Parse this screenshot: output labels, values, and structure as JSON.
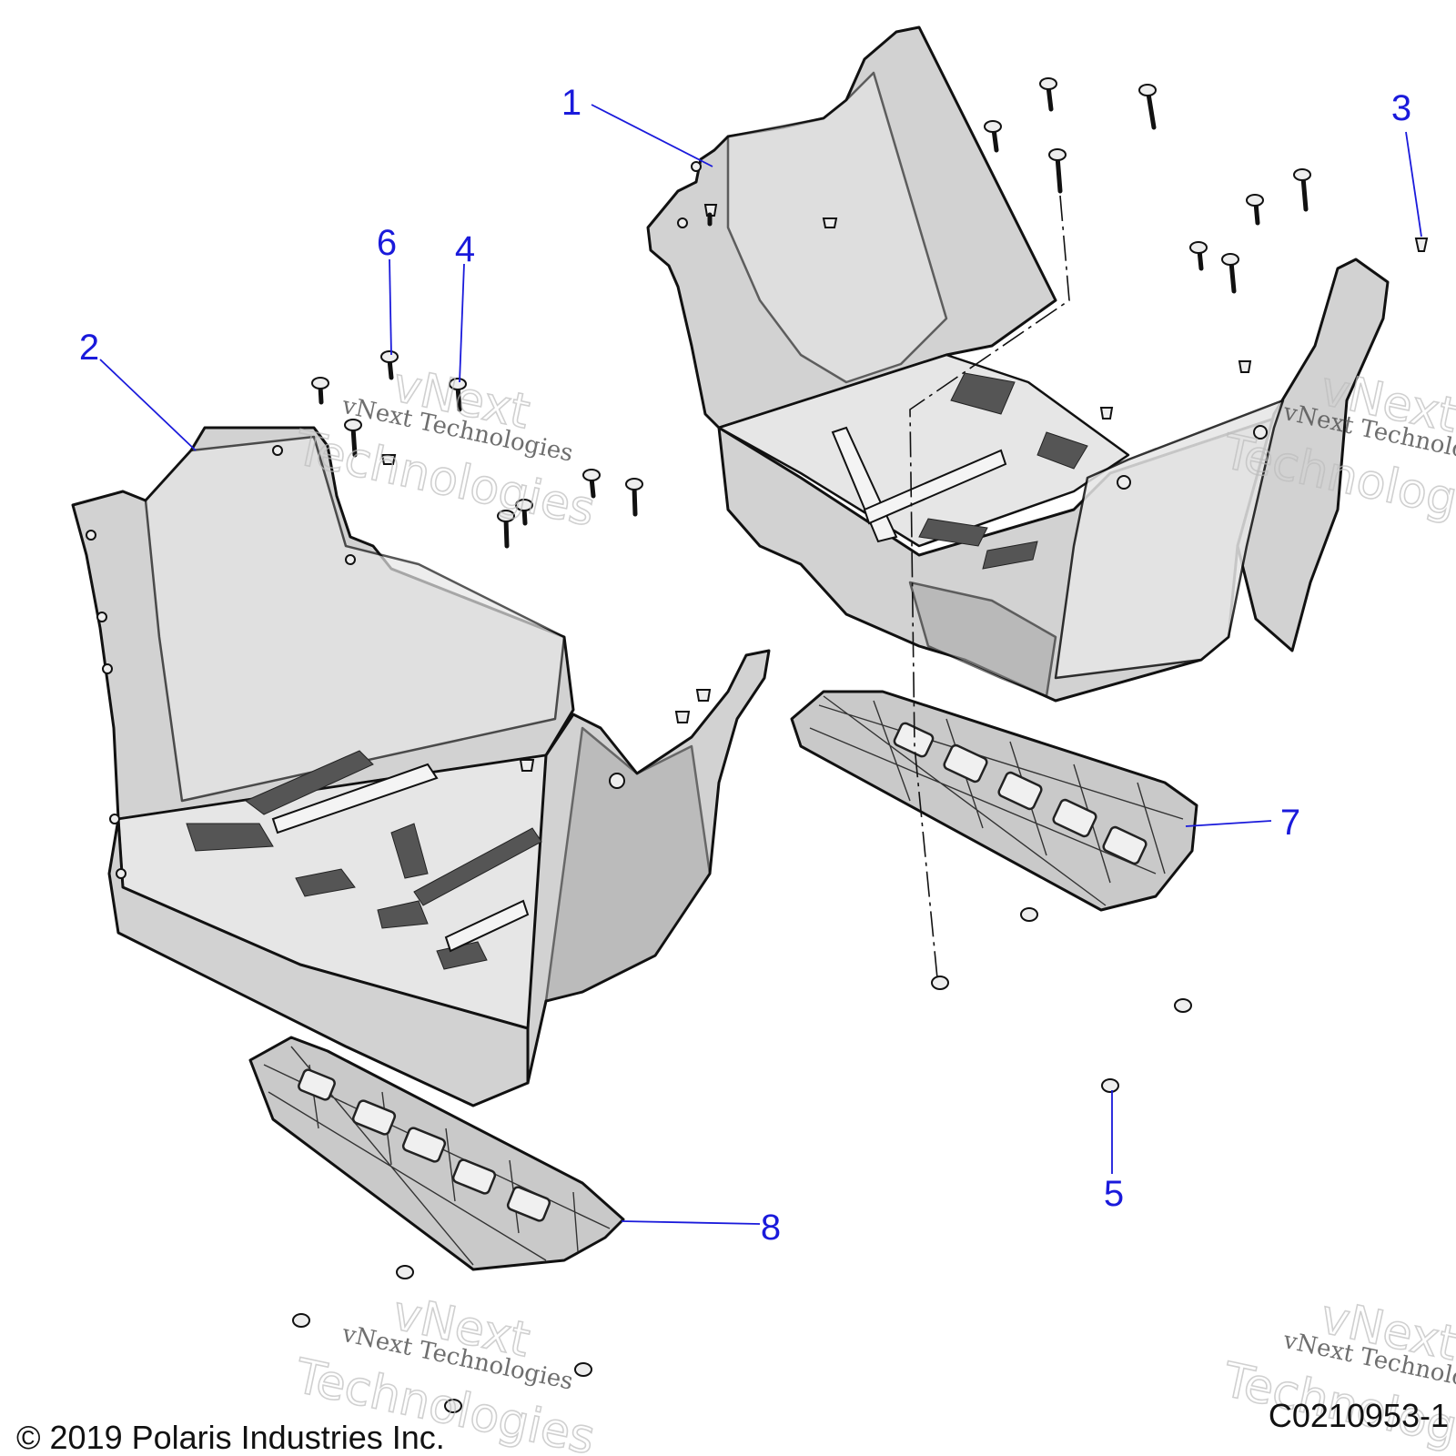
{
  "diagram": {
    "callouts": [
      {
        "id": "1",
        "label": "1"
      },
      {
        "id": "2",
        "label": "2"
      },
      {
        "id": "3",
        "label": "3"
      },
      {
        "id": "4",
        "label": "4"
      },
      {
        "id": "5",
        "label": "5"
      },
      {
        "id": "6",
        "label": "6"
      },
      {
        "id": "7",
        "label": "7"
      },
      {
        "id": "8",
        "label": "8"
      }
    ],
    "callout_color": "#1a1adb",
    "watermark": {
      "line1": "vNext Technologies",
      "big1": "vNext",
      "big2": "Technologies"
    },
    "footer": {
      "copyright": "© 2019 Polaris Industries Inc.",
      "drawing_number": "C0210953-1"
    }
  }
}
